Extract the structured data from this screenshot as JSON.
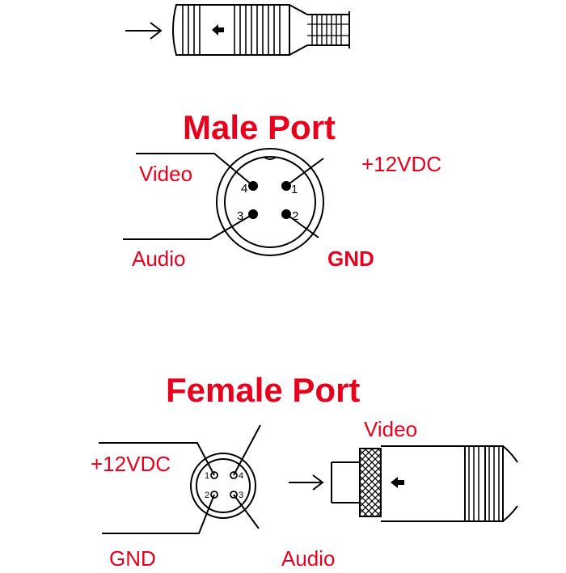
{
  "male": {
    "title": "Male Port",
    "pins": [
      "1",
      "2",
      "3",
      "4"
    ],
    "labels": {
      "video": "Video",
      "power": "+12VDC",
      "audio": "Audio",
      "gnd": "GND"
    }
  },
  "female": {
    "title": "Female Port",
    "pins": [
      "1",
      "2",
      "3",
      "4"
    ],
    "labels": {
      "video": "Video",
      "power": "+12VDC",
      "audio": "Audio",
      "gnd": "GND"
    }
  },
  "colors": {
    "label": "#e8001c",
    "line": "#000000"
  }
}
